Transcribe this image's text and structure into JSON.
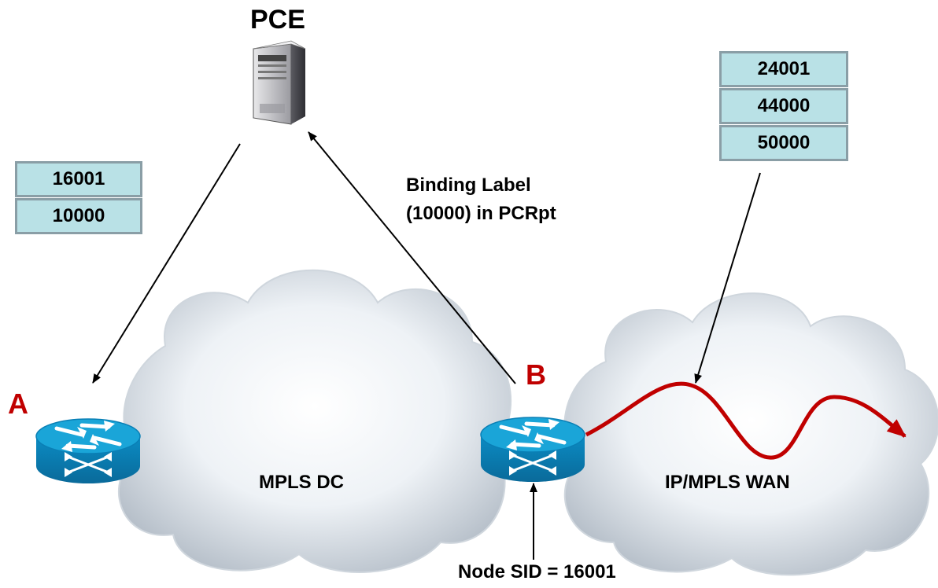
{
  "pce": {
    "title": "PCE"
  },
  "stack_left": {
    "labels": [
      "16001",
      "10000"
    ]
  },
  "stack_right": {
    "labels": [
      "24001",
      "44000",
      "50000"
    ]
  },
  "binding": {
    "line1": "Binding Label",
    "line2": "(10000) in PCRpt"
  },
  "router_a": {
    "label": "A"
  },
  "router_b": {
    "label": "B"
  },
  "cloud_dc": {
    "label": "MPLS DC"
  },
  "cloud_wan": {
    "label": "IP/MPLS WAN"
  },
  "node_sid": {
    "label": "Node SID = 16001"
  },
  "colors": {
    "router_label": "#c00000",
    "path_arrow": "#c00000",
    "stack_fill": "#b9e1e6",
    "stack_border": "#8a9ea6",
    "router_top": "#1aa5d8",
    "router_side": "#0a7fb5"
  }
}
